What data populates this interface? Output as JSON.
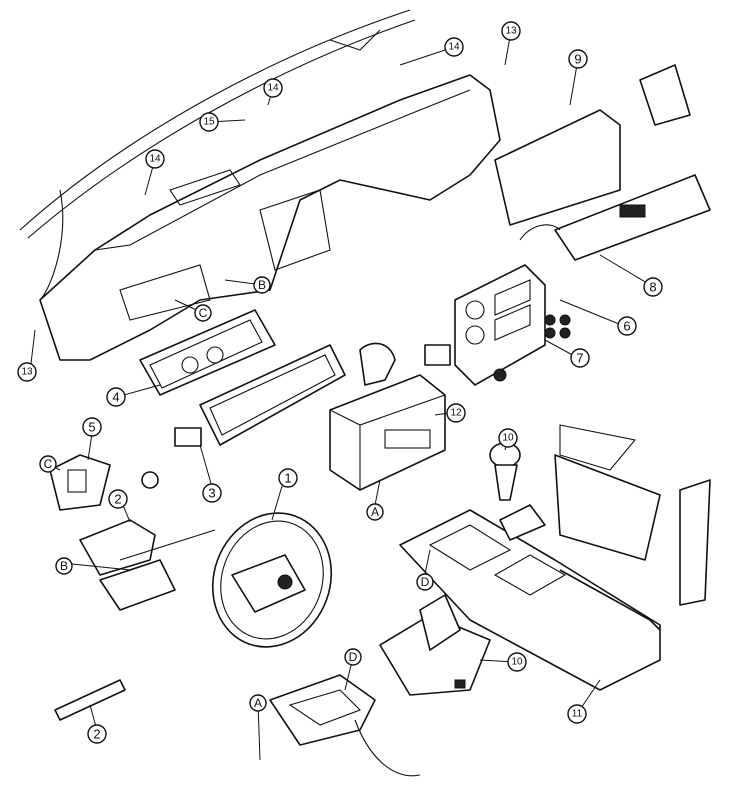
{
  "callouts": {
    "c1": "1",
    "c2a": "2",
    "c2b": "2",
    "c3": "3",
    "c4": "4",
    "c5": "5",
    "c6": "6",
    "c7": "7",
    "c8": "8",
    "c9": "9",
    "c10a": "10",
    "c10b": "10",
    "c11": "11",
    "c12": "12",
    "c13a": "13",
    "c13b": "13",
    "c14a": "14",
    "c14b": "14",
    "c14c": "14",
    "c15": "15"
  },
  "letters": {
    "A1": "A",
    "A2": "A",
    "B1": "B",
    "B2": "B",
    "C1": "C",
    "C2": "C",
    "D1": "D",
    "D2": "D"
  }
}
